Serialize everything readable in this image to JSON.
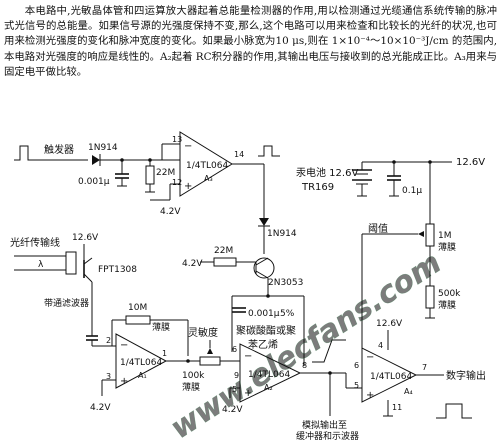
{
  "description": {
    "paragraph_line_1": "本电路中,光敏晶体管和四运算放大器起着总能量检测器的作用,用以检测通过光缆通信",
    "paragraph_line_2": "系统传输的脉冲式光信号的总能量。如果信号源的光强度保持不变,那么,这个电路可以用来",
    "paragraph_line_3": "检查和比较长的光纤的状况,也可用来检测光强度的变化和脉冲宽度的变化。如果最小脉宽为",
    "paragraph_line_4": "10 μs,则在 1×10⁻⁴～10×10⁻³J/cm 的范围内,本电路对光强度的响应是线性的。A₂起着 RC",
    "paragraph_line_5": "积分器的作用,其输出电压与接收到的总光能成正比。A₃用来与固定电平做比较。"
  },
  "circuit": {
    "trigger_label": "触发器",
    "diode1_label": "1N914",
    "cap1_label": "0.001μ",
    "res_22m_label": "22M",
    "amp1_pin_inv": "13",
    "amp1_pin_noninv": "12",
    "amp1_pin_out": "14",
    "amp1_label": "1/4TL064",
    "amp1_sub": "A₃",
    "v42_label": "4.2V",
    "diode2_label": "1N914",
    "res_22m2_label": "22M",
    "transistor_label": "2N3053",
    "battery_label": "汞电池 12.6V",
    "battery_part": "TR169",
    "cap2_label": "0.1μ",
    "supply_label": "12.6V",
    "threshold_label": "阈值",
    "pot1_label": "1M",
    "pot1_type": "薄膜",
    "pot2_label": "500k",
    "pot2_type": "薄膜",
    "fiber_label": "光纤传输线",
    "lambda_label": "λ",
    "photo_supply": "12.6V",
    "phototransistor_label": "FPT1308",
    "filter_label": "带通滤波器",
    "res_10m_label": "10M",
    "res_10m_type": "薄膜",
    "amp0_pin_inv": "2",
    "amp0_pin_noninv": "3",
    "amp0_pin_out": "1",
    "amp0_label": "1/4TL064",
    "amp0_sub": "A₁",
    "sensitivity_label": "灵敏度",
    "pot3_label": "100k",
    "pot3_type": "薄膜",
    "cap3_label": "0.001μ",
    "cap3_tol": "5%",
    "cap3_material_1": "聚碳酸酯或聚",
    "cap3_material_2": "苯乙烯",
    "amp2_pin_inv": "6",
    "amp2_pin_noninv": "5",
    "amp2_pin_out": "8",
    "amp2_label": "1/4TL064",
    "amp2_sub": "A₂",
    "amp2_pin_fb": "9",
    "amp3_supply": "12.6V",
    "amp3_pin_v": "4",
    "amp3_pin_inv": "6",
    "amp3_pin_noninv": "5",
    "amp3_pin_out": "7",
    "amp3_pin_gnd": "11",
    "amp3_label": "1/4TL064",
    "amp3_sub": "A₄",
    "digital_out_label": "数字输出",
    "analog_out_1": "模拟输出至",
    "analog_out_2": "缓冲器和示波器",
    "v42_b": "4.2V",
    "v42_c": "4.2V",
    "v42_d": "4.2V",
    "watermark": "www.elecfans.com"
  }
}
